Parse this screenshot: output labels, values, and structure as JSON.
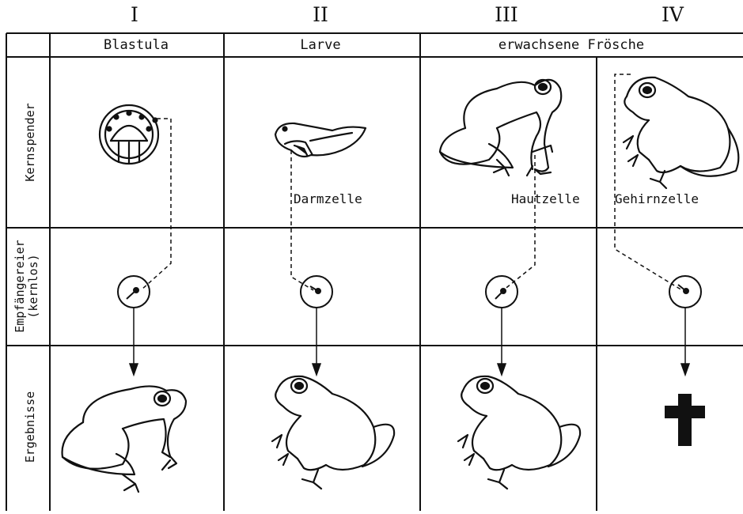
{
  "columns": [
    {
      "roman": "I",
      "header": "Blastula",
      "cell_label": ""
    },
    {
      "roman": "II",
      "header": "Larve",
      "cell_label": "Darmzelle"
    },
    {
      "roman": "III",
      "header": "erwachsene Frösche",
      "cell_label": "Hautzelle"
    },
    {
      "roman": "IV",
      "header": "",
      "cell_label": "Gehirnzelle"
    }
  ],
  "rows": [
    {
      "label": "Kernspender"
    },
    {
      "label": "Empfängereier",
      "label2": "(kernlos)"
    },
    {
      "label": "Ergebnisse"
    }
  ],
  "icons": {
    "result_death": "cross-icon"
  }
}
